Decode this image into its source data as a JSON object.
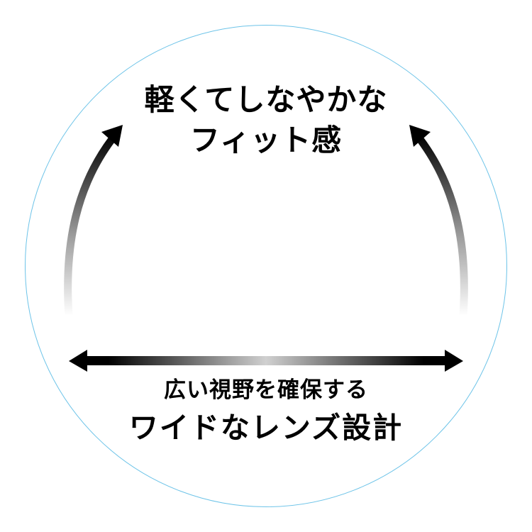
{
  "diagram": {
    "top_label": {
      "line1": "軽くてしなやかな",
      "line2": "フィット感"
    },
    "bottom_label": {
      "line1": "広い視野を確保する",
      "line2": "ワイドなレンズ設計"
    },
    "icons": [
      "curved-arrow-up-left",
      "curved-arrow-up-right",
      "double-headed-horizontal-arrow"
    ],
    "colors": {
      "circle_outline": "#6cc3e8",
      "arrow_dark": "#000000",
      "arrow_light": "#ffffff",
      "text": "#000000",
      "background": "#ffffff"
    }
  }
}
